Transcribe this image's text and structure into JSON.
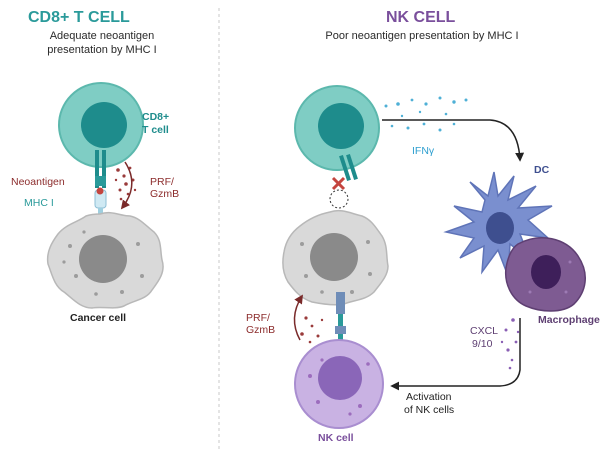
{
  "left": {
    "heading": "CD8+ T CELL",
    "subtitle_line1": "Adequate neoantigen",
    "subtitle_line2": "presentation by MHC I",
    "tcell_label_line1": "CD8+",
    "tcell_label_line2": "T cell",
    "neoantigen_label": "Neoantigen",
    "mhc_label": "MHC I",
    "prf_line1": "PRF/",
    "prf_line2": "GzmB",
    "cancer_label": "Cancer cell"
  },
  "right": {
    "heading": "NK CELL",
    "subtitle": "Poor neoantigen presentation by MHC I",
    "ifn_label": "IFNγ",
    "dc_label": "DC",
    "macrophage_label": "Macrophage",
    "cxcl_line1": "CXCL",
    "cxcl_line2": "9/10",
    "activation_line1": "Activation",
    "activation_line2": "of NK cells",
    "prf_line1": "PRF/",
    "prf_line2": "GzmB",
    "nk_label": "NK cell"
  },
  "colors": {
    "teal": "#2a9a9a",
    "teal_light": "#7fcdc4",
    "teal_dark": "#1e8c8c",
    "purple": "#7a4f9c",
    "purple_light": "#b49ad6",
    "maroon": "#8c2c2c",
    "gray_cell": "#d9d9d9",
    "gray_nucleus": "#8a8a8a",
    "dc_blue": "#7a8fcf",
    "macrophage": "#7e5b92"
  }
}
